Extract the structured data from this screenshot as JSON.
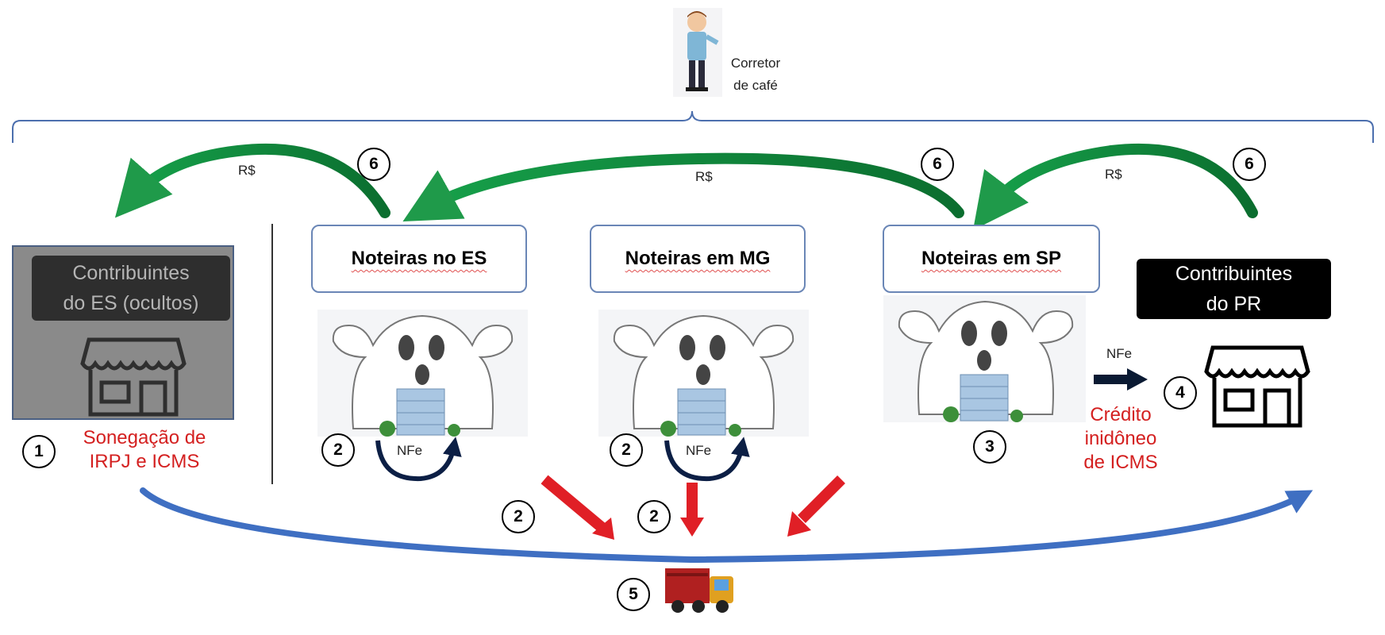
{
  "broker": {
    "label_line1": "Corretor",
    "label_line2": "de café"
  },
  "currency": "R$",
  "invoice": "NFe",
  "boxes": {
    "es": "Noteiras no ES",
    "mg": "Noteiras em MG",
    "sp": "Noteiras em SP"
  },
  "contributors_es": {
    "line1": "Contribuintes",
    "line2": "do ES (ocultos)"
  },
  "contributors_pr": {
    "line1": "Contribuintes",
    "line2": "do PR"
  },
  "notes": {
    "evasion_line1": "Sonegação de",
    "evasion_line2": "IRPJ e ICMS",
    "credit_line1": "Crédito",
    "credit_line2": "inidôneo",
    "credit_line3": "de ICMS"
  },
  "steps": {
    "s1": "1",
    "s2": "2",
    "s3": "3",
    "s4": "4",
    "s5": "5",
    "s6": "6"
  },
  "colors": {
    "box_border": "#6a86b6",
    "green_arrow": "#1f9a4a",
    "red_arrow": "#e01f26",
    "blue_arc": "#3f6fc2",
    "red_text": "#d42020"
  }
}
